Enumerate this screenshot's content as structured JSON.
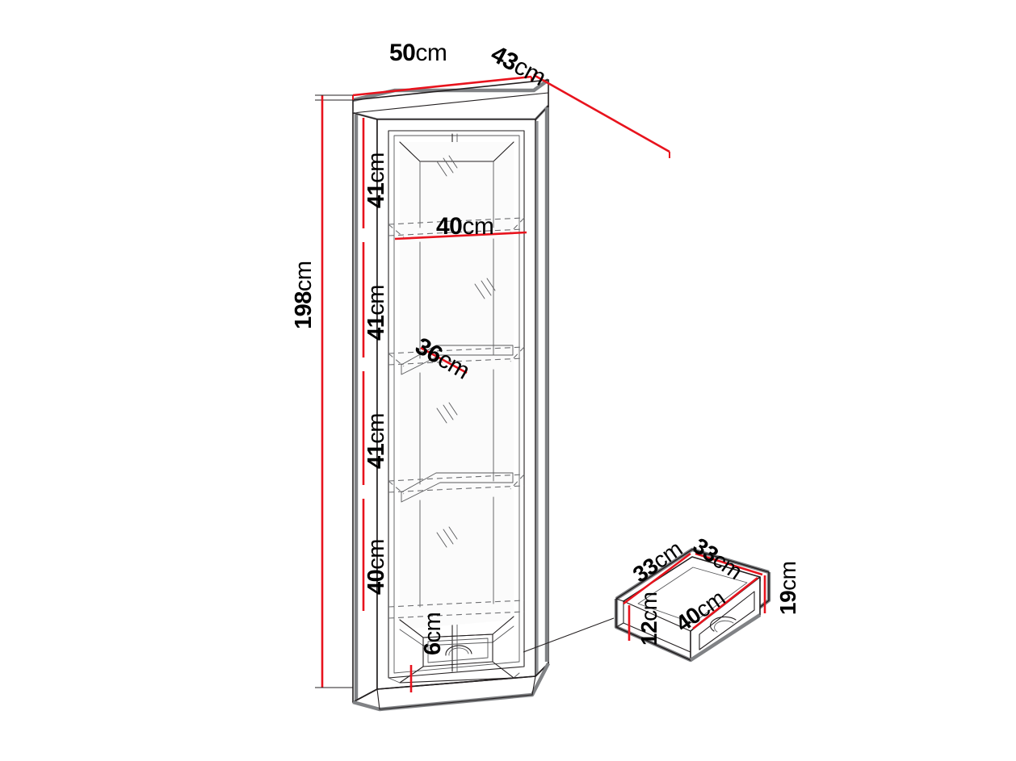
{
  "diagram": {
    "title": "Glass display cabinet dimension diagram",
    "unit": "cm",
    "colors": {
      "dimension_line": "#e8131d",
      "outline": "#231f20",
      "shadow_edge": "#808285",
      "background": "#ffffff"
    },
    "cabinet": {
      "name": "tall-glass-display-cabinet",
      "overall_height": "198cm",
      "overall_width": "50cm",
      "overall_depth": "43cm",
      "interior_shelf_width": "40cm",
      "interior_shelf_depth": "36cm",
      "plinth_height": "6cm",
      "compartments": [
        {
          "label": "41cm"
        },
        {
          "label": "41cm"
        },
        {
          "label": "41cm"
        },
        {
          "label": "40cm"
        }
      ]
    },
    "drawer_detail": {
      "name": "drawer-detail-view",
      "front_width": "40cm",
      "side_depth_left": "33cm",
      "side_depth_right": "33cm",
      "front_height": "19cm",
      "interior_height": "12cm"
    },
    "labels": {
      "width_top": {
        "num": "50",
        "unit": "cm"
      },
      "depth_top": {
        "num": "43",
        "unit": "cm"
      },
      "total_height": {
        "num": "198",
        "unit": "cm"
      },
      "comp1": {
        "num": "41",
        "unit": "cm"
      },
      "comp2": {
        "num": "41",
        "unit": "cm"
      },
      "comp3": {
        "num": "41",
        "unit": "cm"
      },
      "comp4": {
        "num": "40",
        "unit": "cm"
      },
      "shelf_width": {
        "num": "40",
        "unit": "cm"
      },
      "shelf_depth": {
        "num": "36",
        "unit": "cm"
      },
      "plinth": {
        "num": "6",
        "unit": "cm"
      },
      "drawer_left_depth": {
        "num": "33",
        "unit": "cm"
      },
      "drawer_right_depth": {
        "num": "33",
        "unit": "cm"
      },
      "drawer_inner_height": {
        "num": "12",
        "unit": "cm"
      },
      "drawer_front_width": {
        "num": "40",
        "unit": "cm"
      },
      "drawer_front_height": {
        "num": "19",
        "unit": "cm"
      }
    }
  }
}
